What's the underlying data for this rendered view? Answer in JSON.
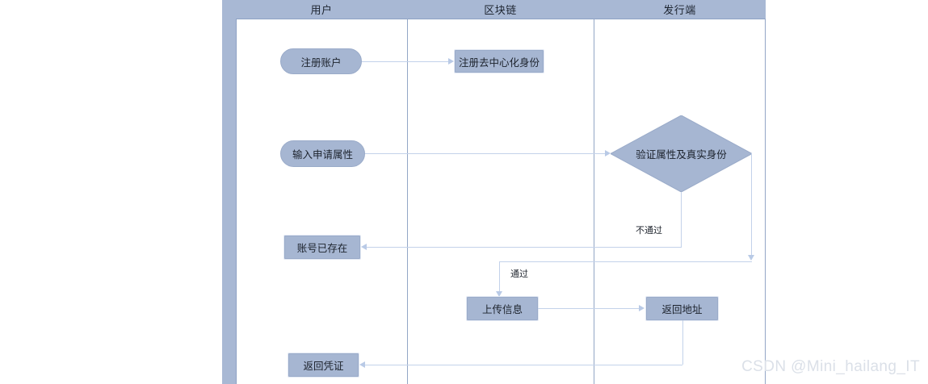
{
  "diagram": {
    "type": "swimlane-flowchart",
    "lanes": [
      {
        "id": "user",
        "label": "用户"
      },
      {
        "id": "blockchain",
        "label": "区块链"
      },
      {
        "id": "issuer",
        "label": "发行端"
      }
    ],
    "nodes": [
      {
        "id": "n1",
        "label": "注册账户",
        "shape": "stadium",
        "lane": "user"
      },
      {
        "id": "n2",
        "label": "注册去中心化身份",
        "shape": "rect",
        "lane": "blockchain"
      },
      {
        "id": "n3",
        "label": "输入申请属性",
        "shape": "stadium",
        "lane": "user"
      },
      {
        "id": "n4",
        "label": "验证属性及真实身份",
        "shape": "diamond",
        "lane": "issuer"
      },
      {
        "id": "n5",
        "label": "账号已存在",
        "shape": "rect",
        "lane": "user"
      },
      {
        "id": "n6",
        "label": "上传信息",
        "shape": "rect",
        "lane": "blockchain"
      },
      {
        "id": "n7",
        "label": "返回地址",
        "shape": "rect",
        "lane": "issuer"
      },
      {
        "id": "n8",
        "label": "返回凭证",
        "shape": "rect",
        "lane": "user"
      }
    ],
    "edge_labels": {
      "fail": "不通过",
      "pass": "通过"
    },
    "colors": {
      "node_fill": "#a6b6d2",
      "node_border": "#9aabc9",
      "lane_header": "#a8b8d4",
      "lane_divider": "#93a6c6",
      "connector": "#c3d2ea",
      "text": "#1c222c",
      "watermark": "#dbe0e8"
    }
  },
  "watermark": {
    "text": "CSDN @Mini_hailang_IT"
  }
}
